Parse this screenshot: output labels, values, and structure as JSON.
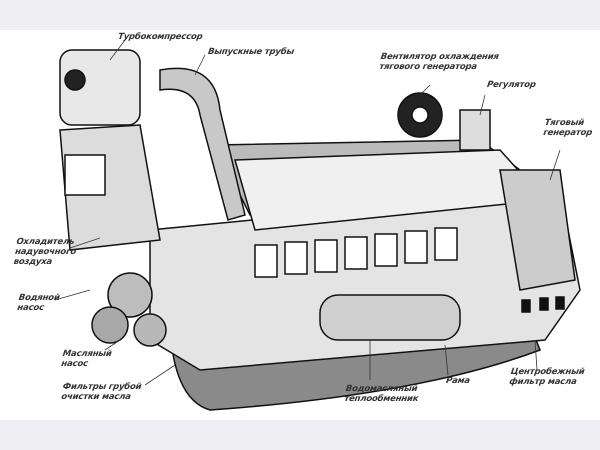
{
  "diagram": {
    "labels": {
      "turbocharger": "Турбокомпрессор",
      "exhaust_pipes": "Выпускные трубы",
      "fan_line1": "Вентилятор охлаждения",
      "fan_line2": "тягового генератора",
      "regulator": "Регулятор",
      "generator_line1": "Тяговый",
      "generator_line2": "генератор",
      "cooler_line1": "Охладитель",
      "cooler_line2": "надувочного",
      "cooler_line3": "воздуха",
      "water_pump_line1": "Водяной",
      "water_pump_line2": "насос",
      "oil_pump_line1": "Масляный",
      "oil_pump_line2": "насос",
      "filters_line1": "Фильтры грубой",
      "filters_line2": "очистки масла",
      "heat_exchanger_line1": "Водомасляный",
      "heat_exchanger_line2": "теплообменник",
      "frame": "Рама",
      "centrifugal_line1": "Центробежный",
      "centrifugal_line2": "фильтр масла"
    }
  }
}
